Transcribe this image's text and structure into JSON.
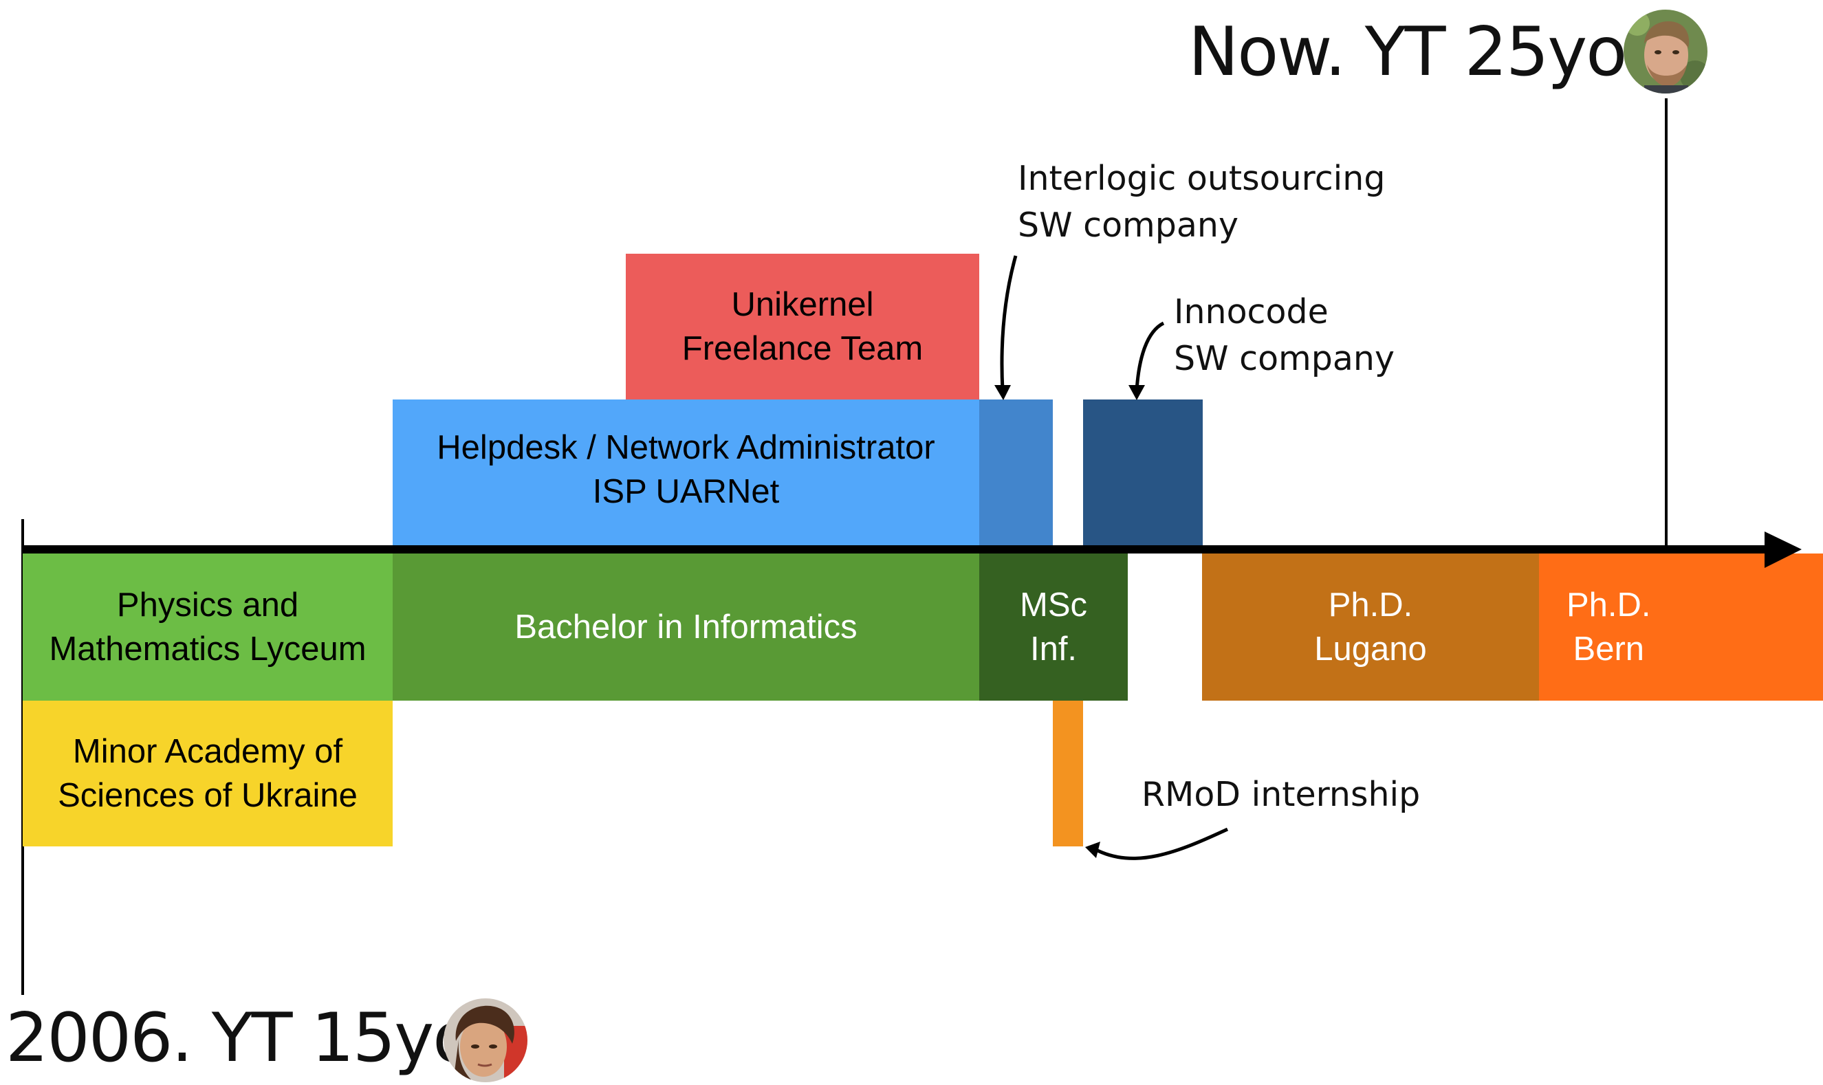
{
  "start": {
    "label": "2006. YT 15yo",
    "avatar": "portrait-young-icon"
  },
  "end": {
    "label": "Now. YT 25yo",
    "avatar": "portrait-adult-icon"
  },
  "blocks": {
    "unikernel": {
      "label": "Unikernel\nFreelance Team",
      "color": "#ec5c5a"
    },
    "helpdesk": {
      "label": "Helpdesk / Network Administrator\nISP UARNet",
      "color": "#52a7fa"
    },
    "interlogic": {
      "label": "",
      "color": "#4285cc"
    },
    "innocode": {
      "label": "",
      "color": "#285585"
    },
    "lyceum": {
      "label": "Physics and\nMathematics Lyceum",
      "color": "#6cbd45"
    },
    "bachelor": {
      "label": "Bachelor in Informatics",
      "color": "#599a35"
    },
    "msc": {
      "label": "MSc\nInf.",
      "color": "#356121"
    },
    "phd_lugano": {
      "label": "Ph.D.\nLugano",
      "color": "#c27117"
    },
    "phd_bern": {
      "label": "Ph.D.\nBern",
      "color": "#ff6d16"
    },
    "minor_academy": {
      "label": "Minor Academy of\nSciences of Ukraine",
      "color": "#f7d42a"
    },
    "rmod": {
      "label": "",
      "color": "#f39320"
    }
  },
  "annotations": {
    "interlogic": "Interlogic outsourcing\nSW company",
    "innocode": "Innocode\nSW company",
    "rmod": "RMoD internship"
  },
  "colors": {
    "axis": "#000000"
  }
}
